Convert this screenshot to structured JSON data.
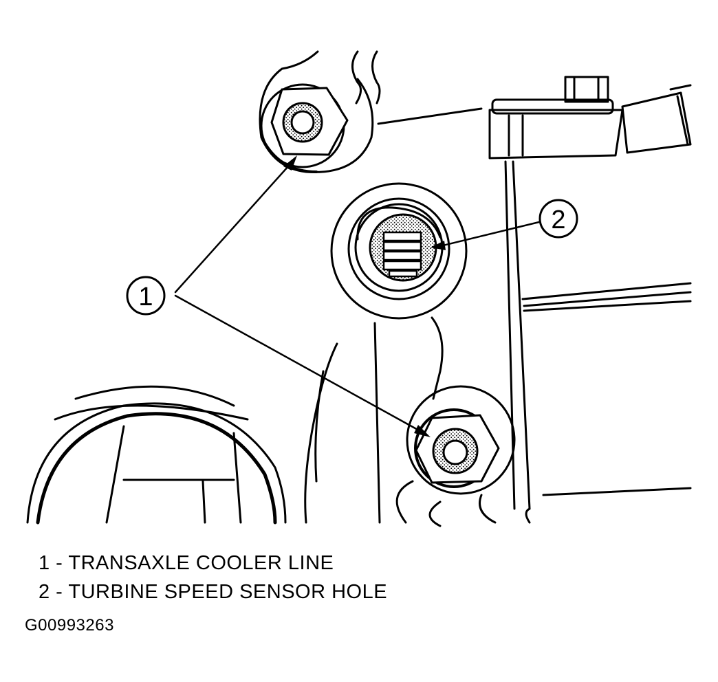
{
  "callouts": [
    {
      "number": "1"
    },
    {
      "number": "2"
    }
  ],
  "legend": [
    {
      "number": "1",
      "text": "1 - TRANSAXLE COOLER LINE"
    },
    {
      "number": "2",
      "text": "2 - TURBINE SPEED SENSOR HOLE"
    }
  ],
  "figure_id": "G00993263"
}
